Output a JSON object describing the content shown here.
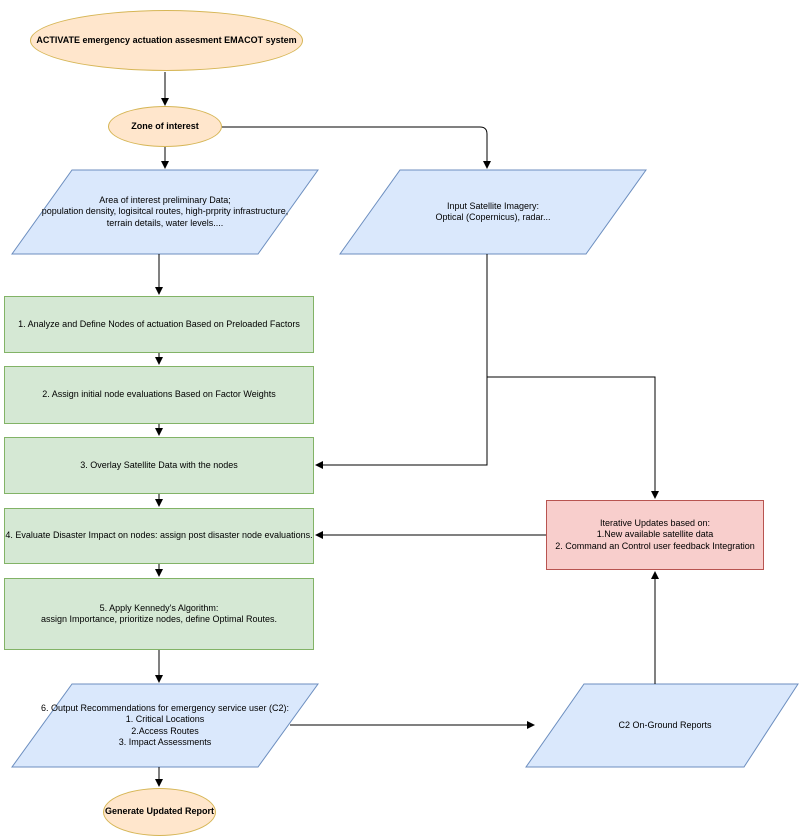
{
  "nodes": {
    "start": "ACTIVATE emergency actuation assesment EMACOT system",
    "zone": "Zone of interest",
    "preliminary": [
      "Area of interest preliminary Data;",
      "population density, logisitcal routes, high-prprity infrastructure,",
      "terrain details, water levels...."
    ],
    "satellite_input": [
      "Input Satellite Imagery:",
      "Optical (Copernicus), radar..."
    ],
    "step1": "1. Analyze and Define Nodes of actuation Based on Preloaded Factors",
    "step2": "2. Assign initial node evaluations Based on Factor Weights",
    "step3": "3. Overlay Satellite Data with the nodes",
    "step4": "4. Evaluate Disaster Impact on nodes: assign post disaster node evaluations.",
    "step5": [
      "5. Apply Kennedy's Algorithm:",
      "assign Importance, prioritize nodes, define Optimal Routes."
    ],
    "step6": [
      "6. Output Recommendations for emergency service user (C2):",
      "1. Critical Locations",
      "2.Access Routes",
      "3. Impact Assessments"
    ],
    "reports": "C2 On-Ground Reports",
    "iterative": [
      "Iterative Updates based on:",
      "1.New available satellite data",
      "2. Command an Control user feedback Integration"
    ],
    "end": "Generate Updated Report"
  },
  "colors": {
    "terminal_fill": "#ffe6cc",
    "terminal_stroke": "#d6b656",
    "io_fill": "#dae8fc",
    "io_stroke": "#6c8ebf",
    "process_fill": "#d5e8d4",
    "process_stroke": "#82b366",
    "update_fill": "#f8cecc",
    "update_stroke": "#b85450"
  }
}
